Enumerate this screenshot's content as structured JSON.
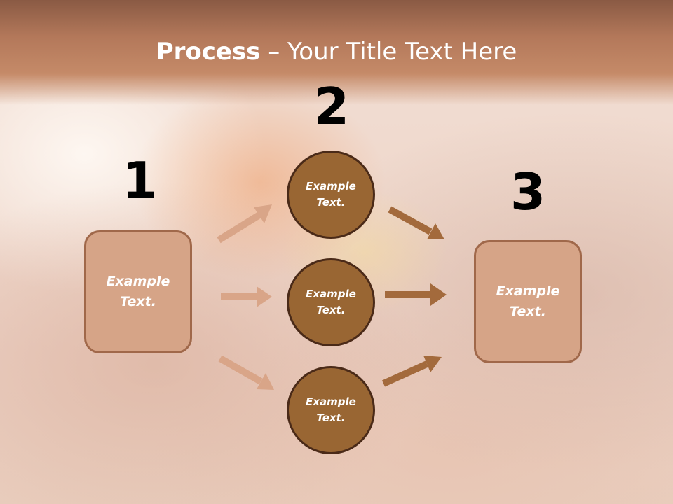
{
  "title": {
    "bold": "Process",
    "rest": " – Your Title Text Here"
  },
  "steps": {
    "num1": "1",
    "num2": "2",
    "num3": "3"
  },
  "boxes": {
    "left": "Example Text.",
    "right": "Example Text."
  },
  "circles": {
    "top": "Example Text.",
    "middle": "Example Text.",
    "bottom": "Example Text."
  },
  "colors": {
    "title_band": "#b3785a",
    "square_fill": "#d6a487",
    "square_border": "#a0684a",
    "circle_fill": "#996633",
    "circle_border": "#4a2a18",
    "arrow_light": "#d9a588",
    "arrow_dark": "#a36a3c"
  }
}
